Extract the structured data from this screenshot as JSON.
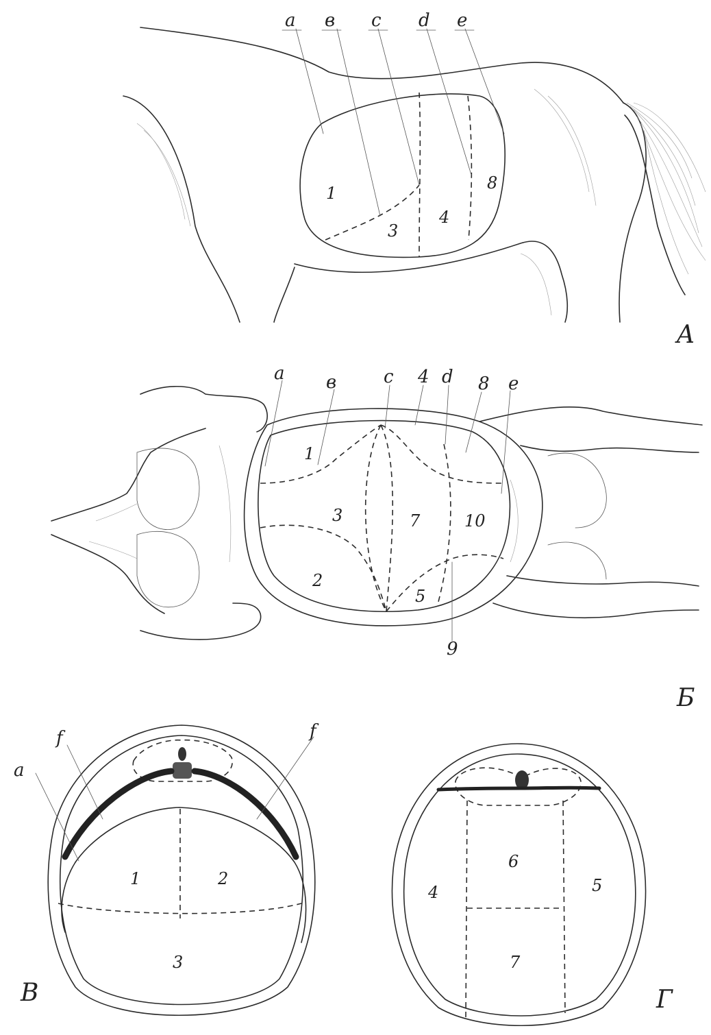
{
  "panel_A": {
    "label": "A",
    "line_labels": [
      "a",
      "в",
      "c",
      "d",
      "e"
    ],
    "region_numbers": [
      "1",
      "3",
      "4",
      "8"
    ]
  },
  "panel_B": {
    "label": "Б",
    "line_labels": [
      "a",
      "в",
      "c",
      "4",
      "d",
      "8",
      "e",
      "9"
    ],
    "region_numbers": [
      "1",
      "3",
      "7",
      "10",
      "2",
      "5"
    ]
  },
  "panel_V": {
    "label": "В",
    "line_labels": [
      "a",
      "f",
      "f"
    ],
    "region_numbers": [
      "1",
      "2",
      "3"
    ]
  },
  "panel_G": {
    "label": "Г",
    "region_numbers": [
      "6",
      "4",
      "5",
      "7"
    ]
  },
  "colors": {
    "ink": "#2b2b2b",
    "background": "#ffffff"
  }
}
